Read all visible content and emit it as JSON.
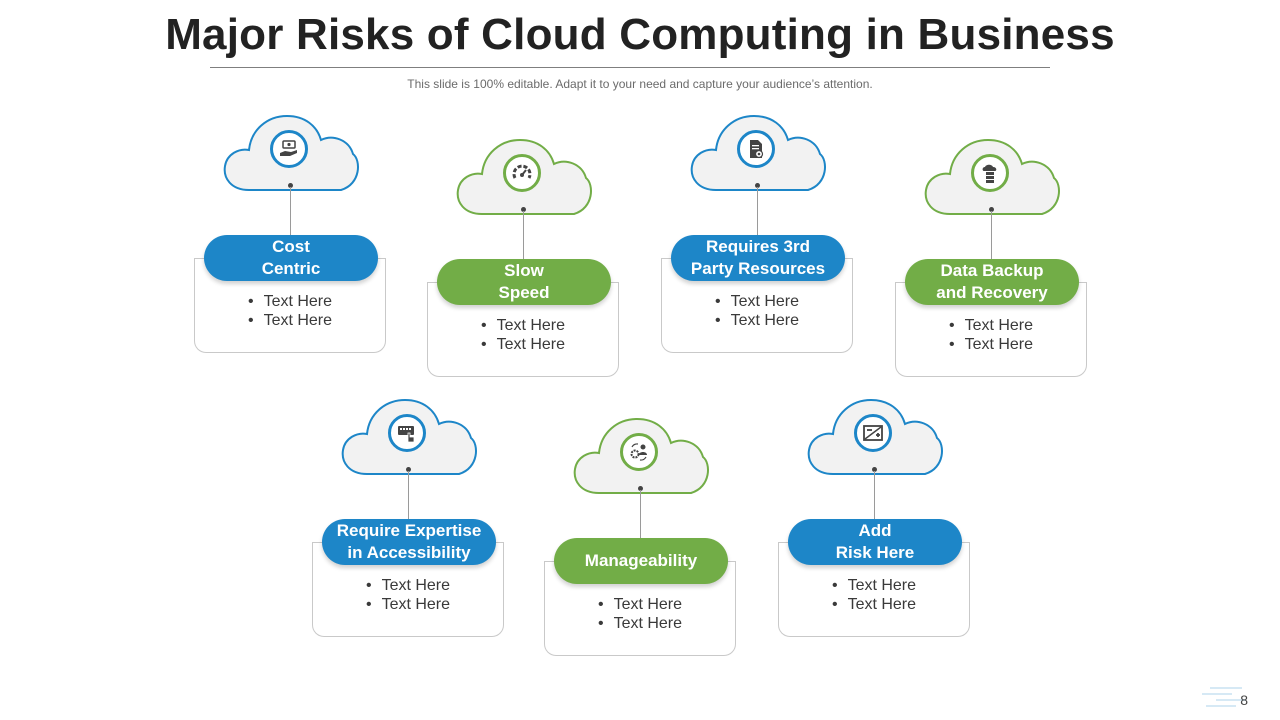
{
  "header": {
    "title": "Major Risks of Cloud Computing in Business",
    "subtitle": "This slide is 100% editable. Adapt it to your need and capture your audience’s attention."
  },
  "colors": {
    "blue": "#1d86c8",
    "green": "#72ad47",
    "cloud": "#f2f2f2"
  },
  "risks": [
    {
      "label_line1": "Cost",
      "label_line2": "Centric",
      "accent": "blue",
      "icon": "money-hand-icon",
      "bullets": [
        "Text Here",
        "Text Here"
      ]
    },
    {
      "label_line1": "Slow",
      "label_line2": "Speed",
      "accent": "green",
      "icon": "speedometer-icon",
      "bullets": [
        "Text Here",
        "Text Here"
      ]
    },
    {
      "label_line1": "Requires 3rd",
      "label_line2": "Party Resources",
      "accent": "blue",
      "icon": "document-gear-icon",
      "bullets": [
        "Text Here",
        "Text Here"
      ]
    },
    {
      "label_line1": "Data Backup",
      "label_line2": "and Recovery",
      "accent": "green",
      "icon": "cloud-server-icon",
      "bullets": [
        "Text Here",
        "Text Here"
      ]
    },
    {
      "label_line1": "Require Expertise",
      "label_line2": "in Accessibility",
      "accent": "blue",
      "icon": "keyboard-hand-icon",
      "bullets": [
        "Text Here",
        "Text Here"
      ]
    },
    {
      "label_line1": "Manageability",
      "label_line2": "",
      "accent": "green",
      "icon": "gear-person-icon",
      "bullets": [
        "Text Here",
        "Text Here"
      ]
    },
    {
      "label_line1": "Add",
      "label_line2": "Risk Here",
      "accent": "blue",
      "icon": "add-risk-icon",
      "bullets": [
        "Text Here",
        "Text Here"
      ]
    }
  ],
  "page_number": "8"
}
